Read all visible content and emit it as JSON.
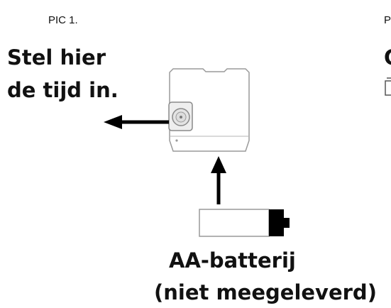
{
  "figure_1_label": "PIC 1.",
  "figure_2_label_partial": "P",
  "instruction_line_1": "Stel hier",
  "instruction_line_2": "de tijd in.",
  "right_heading_partial": "C",
  "battery_line_1": "AA-batterij",
  "battery_line_2": "(niet meegeleverd)",
  "colors": {
    "ink": "#111111",
    "outline": "#9a9a9a",
    "arrow": "#000000"
  }
}
